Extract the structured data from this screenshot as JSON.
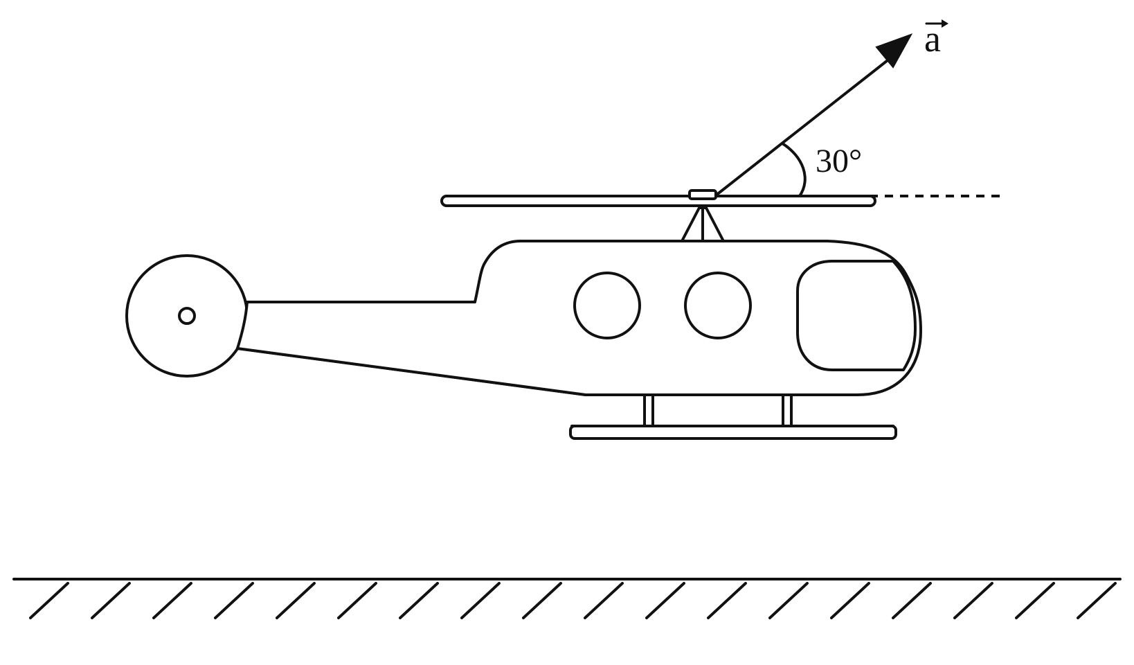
{
  "diagram": {
    "vector_label": "a",
    "angle_label": "30°",
    "angle_degrees": 30
  }
}
